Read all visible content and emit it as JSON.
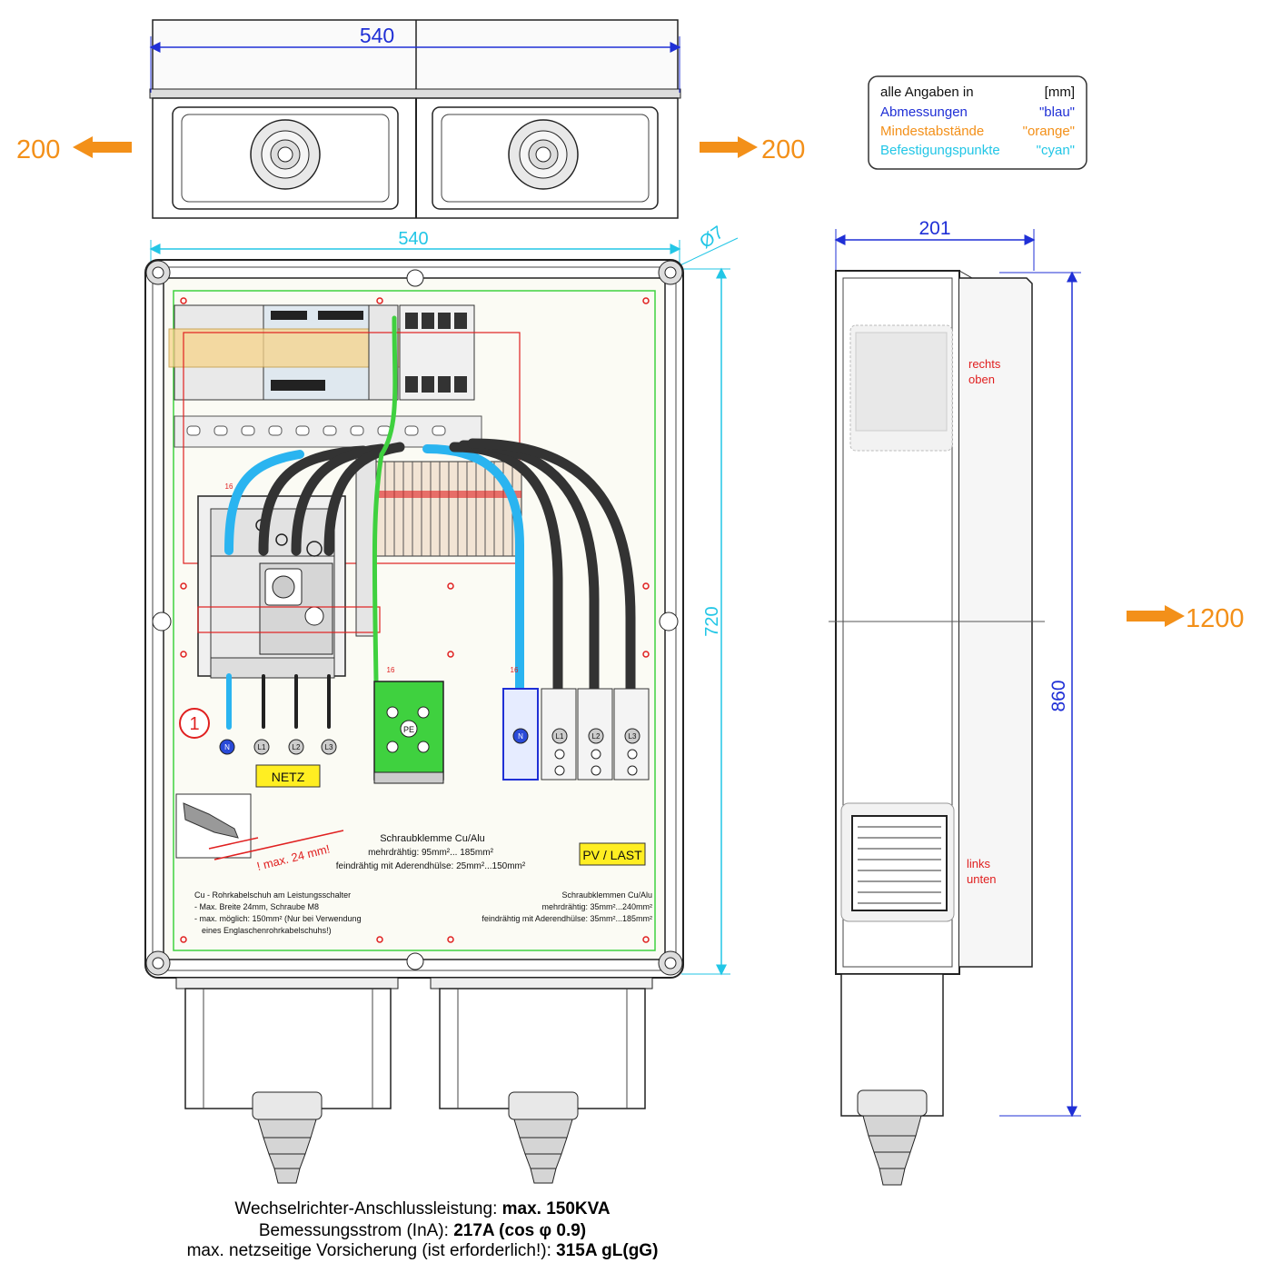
{
  "top_view": {
    "dim_width": "540"
  },
  "front_view": {
    "dim_width": "540",
    "dim_height": "720",
    "hole_dia": "Ø7"
  },
  "side_view": {
    "dim_depth": "201",
    "dim_height": "860",
    "label_top": [
      "rechts",
      "oben"
    ],
    "label_bottom": [
      "links",
      "unten"
    ]
  },
  "clearances": {
    "left": "200",
    "right": "200",
    "front": "1200"
  },
  "legend": {
    "row1_left": "alle Angaben in",
    "row1_right": "[mm]",
    "row2_left": "Abmessungen",
    "row2_right": "\"blau\"",
    "row3_left": "Mindestabstände",
    "row3_right": "\"orange\"",
    "row4_left": "Befestigungspunkte",
    "row4_right": "\"cyan\""
  },
  "colors": {
    "dimension": "#1f2fd6",
    "clearance": "#f39019",
    "fixing": "#22c6e6",
    "green_wire": "#3fd13f",
    "blue_wire": "#2ab4f0",
    "red_note": "#e02020"
  },
  "labels": {
    "circle_num": "1",
    "netz": "NETZ",
    "pvlast": "PV / LAST",
    "terminals_left": [
      "N",
      "L1",
      "L2",
      "L3"
    ],
    "terminals_right": [
      "N",
      "L1",
      "L2",
      "L3"
    ],
    "wire_size": "16",
    "pe": "PE",
    "max_width": "! max. 24 mm!"
  },
  "notes": {
    "clamp_title": "Schraubklemme Cu/Alu",
    "clamp_line1": "mehrdrähtig: 95mm²... 185mm²",
    "clamp_line2": "feindrähtig mit Aderendhülse: 25mm²...150mm²",
    "lug_title": "Cu - Rohrkabelschuh am Leistungsschalter",
    "lug_line1": "- Max. Breite 24mm, Schraube M8",
    "lug_line2": "- max. möglich: 150mm² (Nur bei Verwendung",
    "lug_line3": "eines Englaschenrohrkabelschuhs!)",
    "clamps_title": "Schraubklemmen Cu/Alu",
    "clamps_line1": "mehrdrähtig: 35mm²...240mm²",
    "clamps_line2": "feindrähtig mit Aderendhülse: 35mm²...185mm²"
  },
  "specs": {
    "line1_label": "Wechselrichter-Anschlussleistung: ",
    "line1_value": "max. 150KVA",
    "line2_label": "Bemessungsstrom (InA): ",
    "line2_value": "217A  (cos φ 0.9)",
    "line3_label": "max. netzseitige Vorsicherung (ist erforderlich!): ",
    "line3_value": "315A gL(gG)"
  }
}
